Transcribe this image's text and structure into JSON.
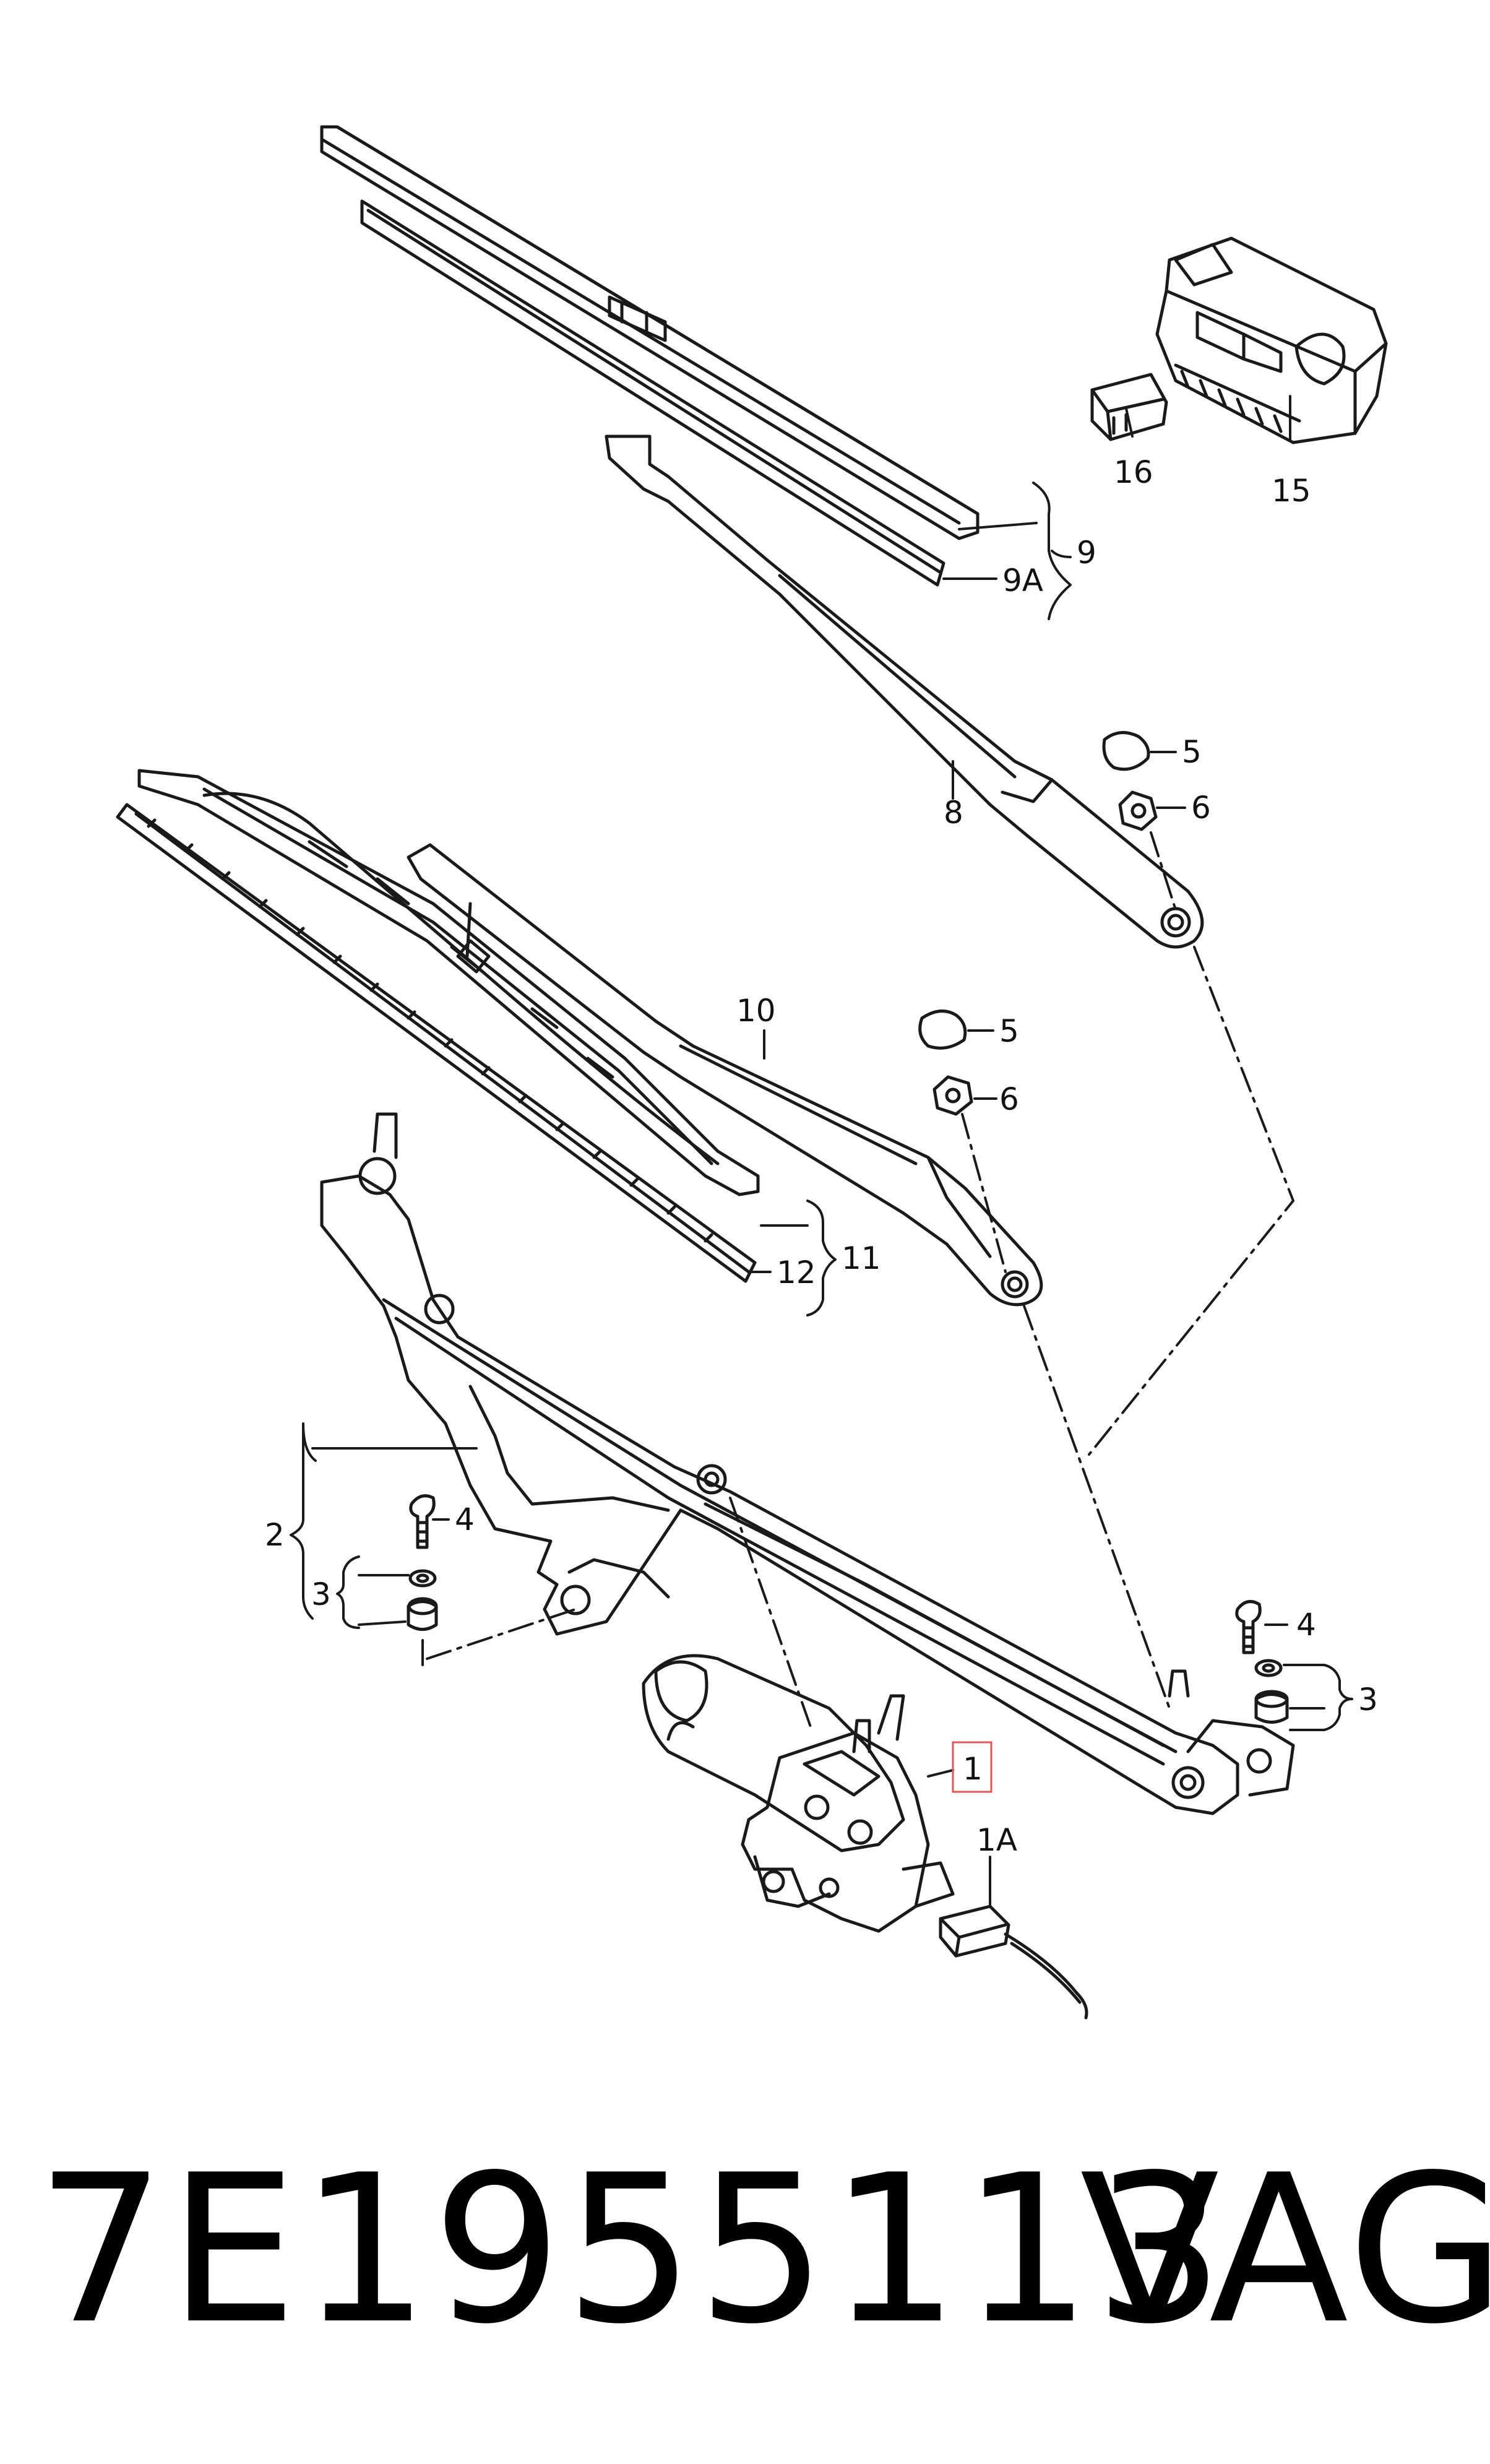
{
  "diagram": {
    "labels": {
      "l1": "1",
      "l1a": "1A",
      "l2": "2",
      "l3_left": "3",
      "l3_right": "3",
      "l4_left": "4",
      "l4_right": "4",
      "l5_top": "5",
      "l5_mid": "5",
      "l6_top": "6",
      "l6_mid": "6",
      "l8": "8",
      "l9": "9",
      "l9a": "9A",
      "l10": "10",
      "l11": "11",
      "l12": "12",
      "l15": "15",
      "l16": "16"
    },
    "highlight_color": "#e05555"
  },
  "footer": {
    "part_number": "7E1955113",
    "brand": "VAG"
  }
}
